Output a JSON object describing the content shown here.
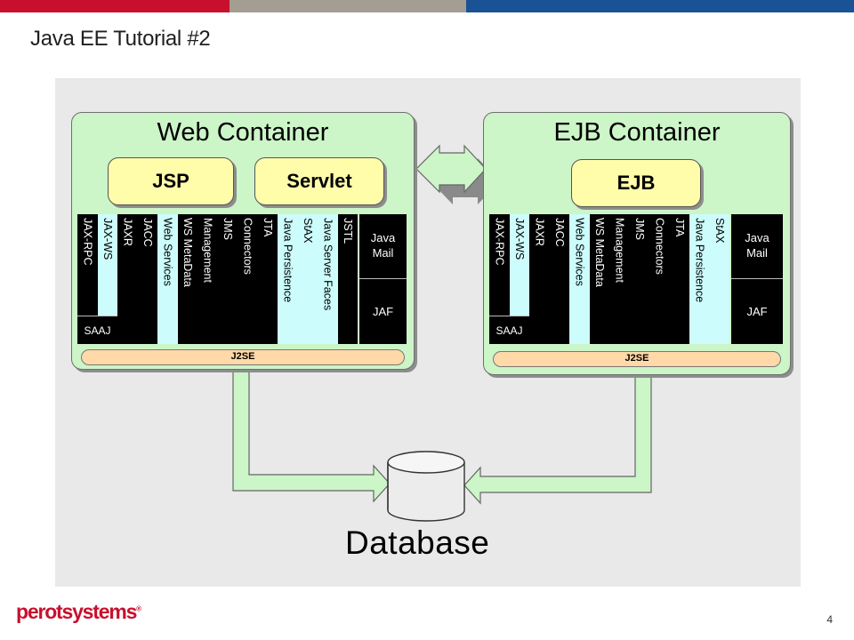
{
  "header": {
    "title": "Java EE Tutorial #2",
    "bar_colors": [
      "#c8102e",
      "#a39d92",
      "#1a5296"
    ]
  },
  "web_container": {
    "title": "Web Container",
    "components": [
      "JSP",
      "Servlet"
    ],
    "apis": [
      "JAX-RPC",
      "JAX-WS",
      "JAXR",
      "JACC",
      "Web Services",
      "WS MetaData",
      "Management",
      "JMS",
      "Connectors",
      "JTA",
      "Java Persistence",
      "StAX",
      "Java Server Faces",
      "JSTL"
    ],
    "saaj": "SAAJ",
    "java_mail": "Java Mail",
    "jaf": "JAF",
    "j2se": "J2SE"
  },
  "ejb_container": {
    "title": "EJB Container",
    "components": [
      "EJB"
    ],
    "apis": [
      "JAX-RPC",
      "JAX-WS",
      "JAXR",
      "JACC",
      "Web Services",
      "WS MetaData",
      "Management",
      "JMS",
      "Connectors",
      "JTA",
      "Java Persistence",
      "StAX"
    ],
    "saaj": "SAAJ",
    "java_mail": "Java Mail",
    "jaf": "JAF",
    "j2se": "J2SE"
  },
  "database": {
    "label": "Database"
  },
  "footer": {
    "logo": "perotsystems",
    "page_number": "4"
  },
  "colors": {
    "container_fill": "#ccf5c8",
    "component_fill": "#fffcaa",
    "api_dark": "#000000",
    "api_light": "#ccfcfc",
    "j2se_fill": "#ffd9a8",
    "panel_bg": "#e9e9e9"
  }
}
